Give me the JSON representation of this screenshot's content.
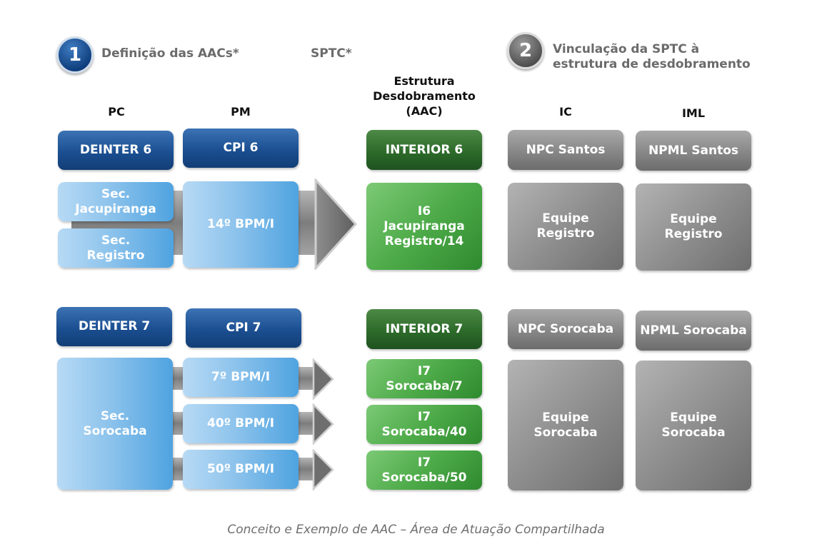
{
  "header": {
    "step1": {
      "number": "1",
      "title": "Definição das AACs*",
      "sptc": "SPTC*"
    },
    "step2": {
      "number": "2",
      "title_line1": "Vinculação da SPTC à",
      "title_line2": "estrutura de desdobramento"
    }
  },
  "columns": {
    "pc": "PC",
    "pm": "PM",
    "aac": "Estrutura\nDesdobramento\n(AAC)",
    "ic": "IC",
    "iml": "IML"
  },
  "group6": {
    "deinter": "DEINTER 6",
    "cpi": "CPI 6",
    "interior": "INTERIOR 6",
    "npc": "NPC Santos",
    "npml": "NPML Santos",
    "sec1": "Sec.\nJacupiranga",
    "sec2": "Sec.\nRegistro",
    "bpm": "14º BPM/I",
    "aac_unit": "I6\nJacupiranga\nRegistro/14",
    "ic_team": "Equipe\nRegistro",
    "iml_team": "Equipe\nRegistro"
  },
  "group7": {
    "deinter": "DEINTER 7",
    "cpi": "CPI 7",
    "interior": "INTERIOR 7",
    "npc": "NPC Sorocaba",
    "npml": "NPML Sorocaba",
    "sec": "Sec.\nSorocaba",
    "bpm": [
      "7º BPM/I",
      "40º BPM/I",
      "50º BPM/I"
    ],
    "aac_units": [
      "I7\nSorocaba/7",
      "I7\nSorocaba/40",
      "I7\nSorocaba/50"
    ],
    "ic_team": "Equipe\nSorocaba",
    "iml_team": "Equipe\nSorocaba"
  },
  "caption": "Conceito e Exemplo de AAC – Área de Atuação Compartilhada",
  "colors": {
    "dark_blue": "#1b4f91",
    "light_blue": "#8dc3ec",
    "dark_green": "#2d6b2a",
    "light_green": "#4eab49",
    "gray": "#8a8a8a"
  }
}
